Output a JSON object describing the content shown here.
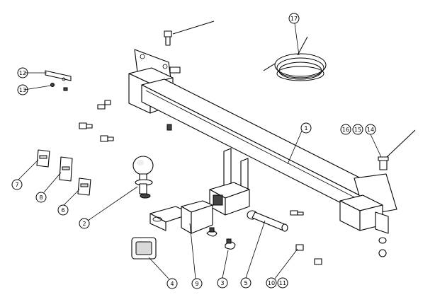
{
  "callouts": [
    {
      "id": "c1",
      "label": "1"
    },
    {
      "id": "c2",
      "label": "2"
    },
    {
      "id": "c3",
      "label": "3"
    },
    {
      "id": "c4",
      "label": "4"
    },
    {
      "id": "c5",
      "label": "5"
    },
    {
      "id": "c6",
      "label": "6"
    },
    {
      "id": "c7",
      "label": "7"
    },
    {
      "id": "c8",
      "label": "8"
    },
    {
      "id": "c9",
      "label": "9"
    },
    {
      "id": "c10",
      "label": "10"
    },
    {
      "id": "c11",
      "label": "11"
    },
    {
      "id": "c12",
      "label": "12"
    },
    {
      "id": "c13",
      "label": "13"
    },
    {
      "id": "c14",
      "label": "14"
    },
    {
      "id": "c15",
      "label": "15"
    },
    {
      "id": "c16",
      "label": "16"
    },
    {
      "id": "c17",
      "label": "17"
    }
  ],
  "colors": {
    "ink": "#000000",
    "background": "#ffffff",
    "shade": "#d9d9d9"
  },
  "icons": {
    "main-bar": "tow-bar-crossmember",
    "ball": "tow-ball-icon",
    "cable": "coiled-cable-icon",
    "bolt": "bolt-icon",
    "decal": "sticker-icon"
  }
}
